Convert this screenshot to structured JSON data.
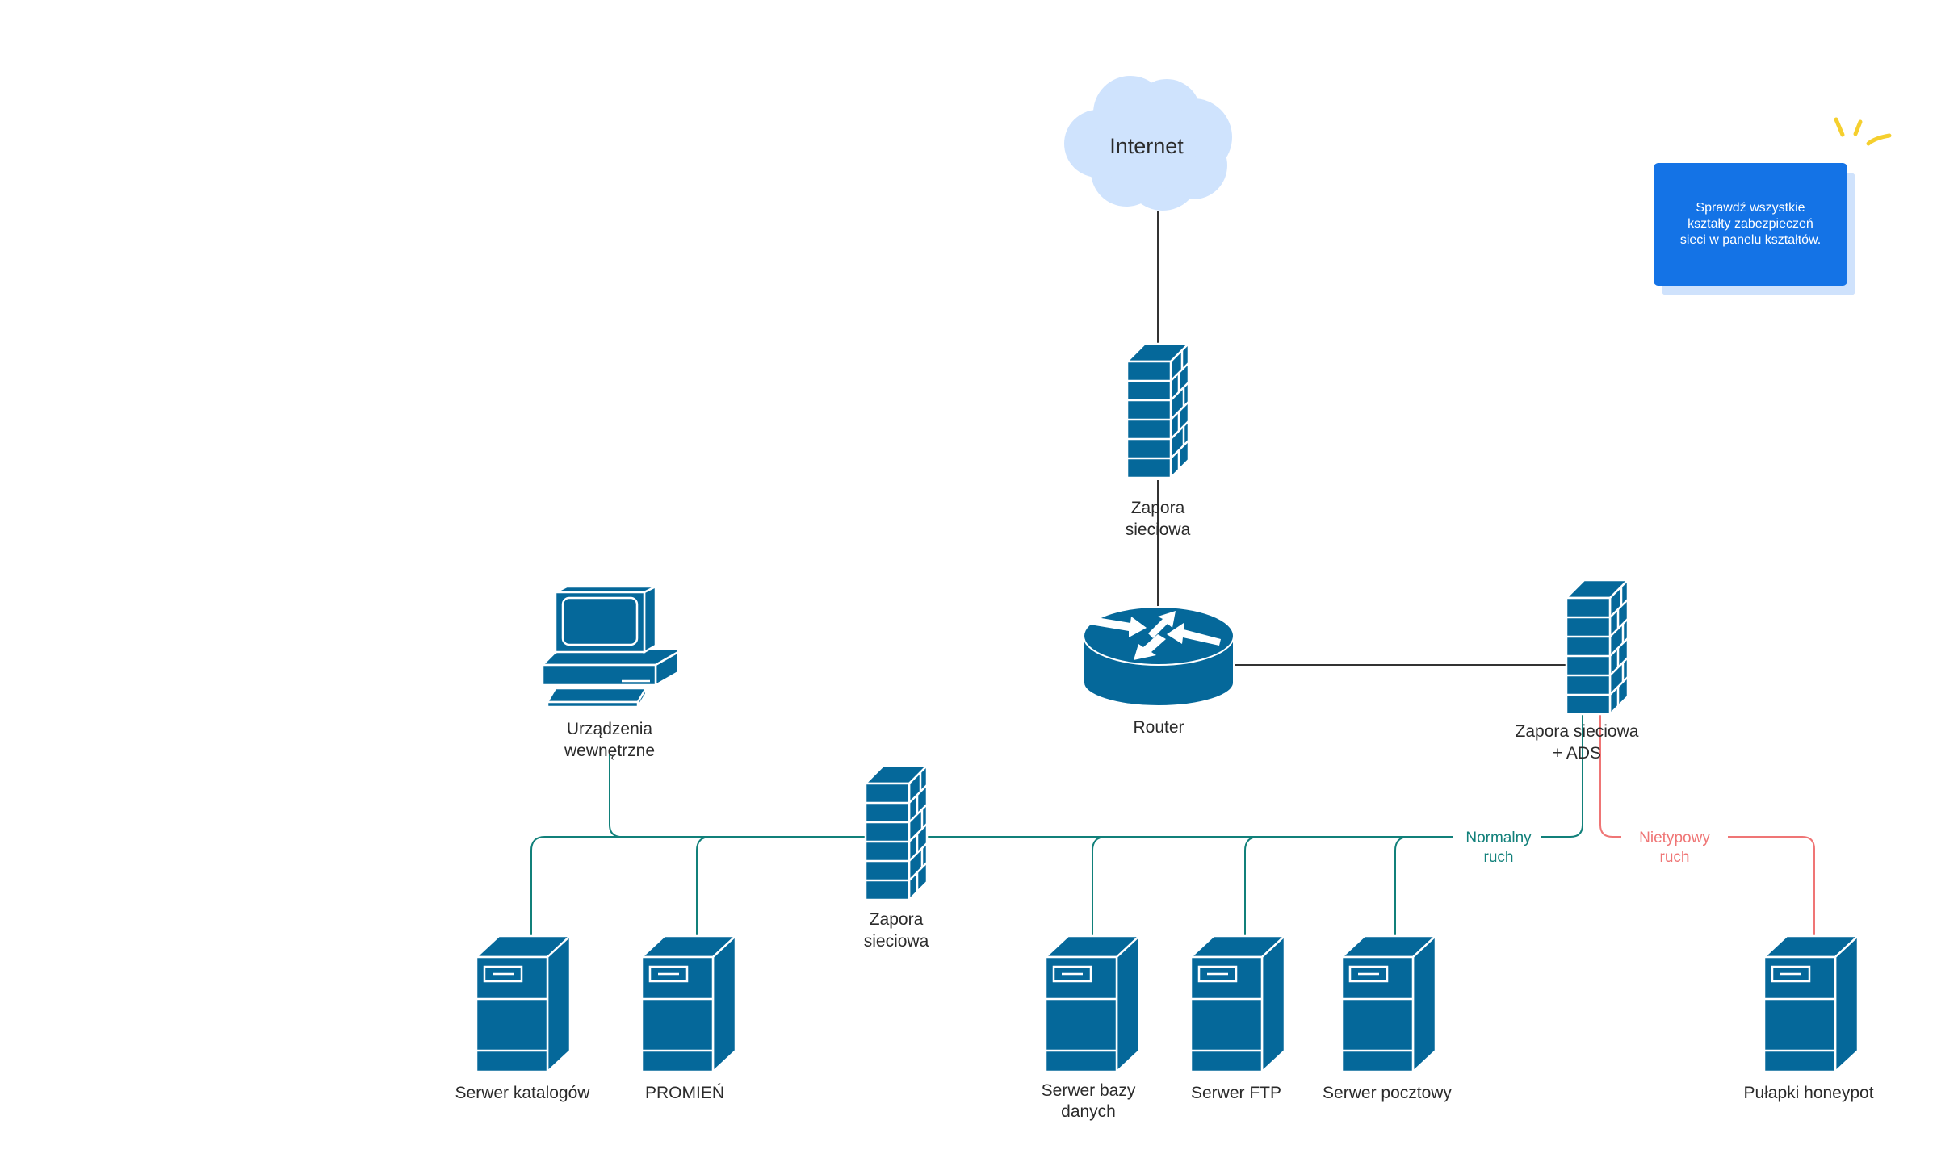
{
  "colors": {
    "device_fill": "#05689a",
    "device_stroke": "#ffffff",
    "cloud_fill": "#cfe3fd",
    "line_default": "#333333",
    "line_normal": "#11807a",
    "line_anomalous": "#ef7575",
    "note_bg": "#1473e6",
    "note_shadow": "#cfe2fc",
    "spark": "#f5cf2e"
  },
  "nodes": {
    "internet": {
      "label": "Internet"
    },
    "firewall_top": {
      "label_line1": "Zapora",
      "label_line2": "sieciowa"
    },
    "router": {
      "label": "Router"
    },
    "firewall_ads": {
      "label_line1": "Zapora sieciowa",
      "label_line2": "+ ADS"
    },
    "internal_devices": {
      "label_line1": "Urządzenia",
      "label_line2": "wewnętrzne"
    },
    "firewall_mid": {
      "label_line1": "Zapora",
      "label_line2": "sieciowa"
    },
    "servers": [
      {
        "label_line1": "Serwer katalogów",
        "label_line2": ""
      },
      {
        "label_line1": "PROMIEŃ",
        "label_line2": ""
      },
      {
        "label_line1": "Serwer bazy",
        "label_line2": "danych"
      },
      {
        "label_line1": "Serwer FTP",
        "label_line2": ""
      },
      {
        "label_line1": "Serwer pocztowy",
        "label_line2": ""
      },
      {
        "label_line1": "Pułapki honeypot",
        "label_line2": ""
      }
    ]
  },
  "edges": {
    "normal": {
      "label_line1": "Normalny",
      "label_line2": "ruch"
    },
    "anomalous": {
      "label_line1": "Nietypowy",
      "label_line2": "ruch"
    }
  },
  "note": {
    "text": "Sprawdź wszystkie kształty zabezpieczeń sieci w panelu kształtów."
  }
}
